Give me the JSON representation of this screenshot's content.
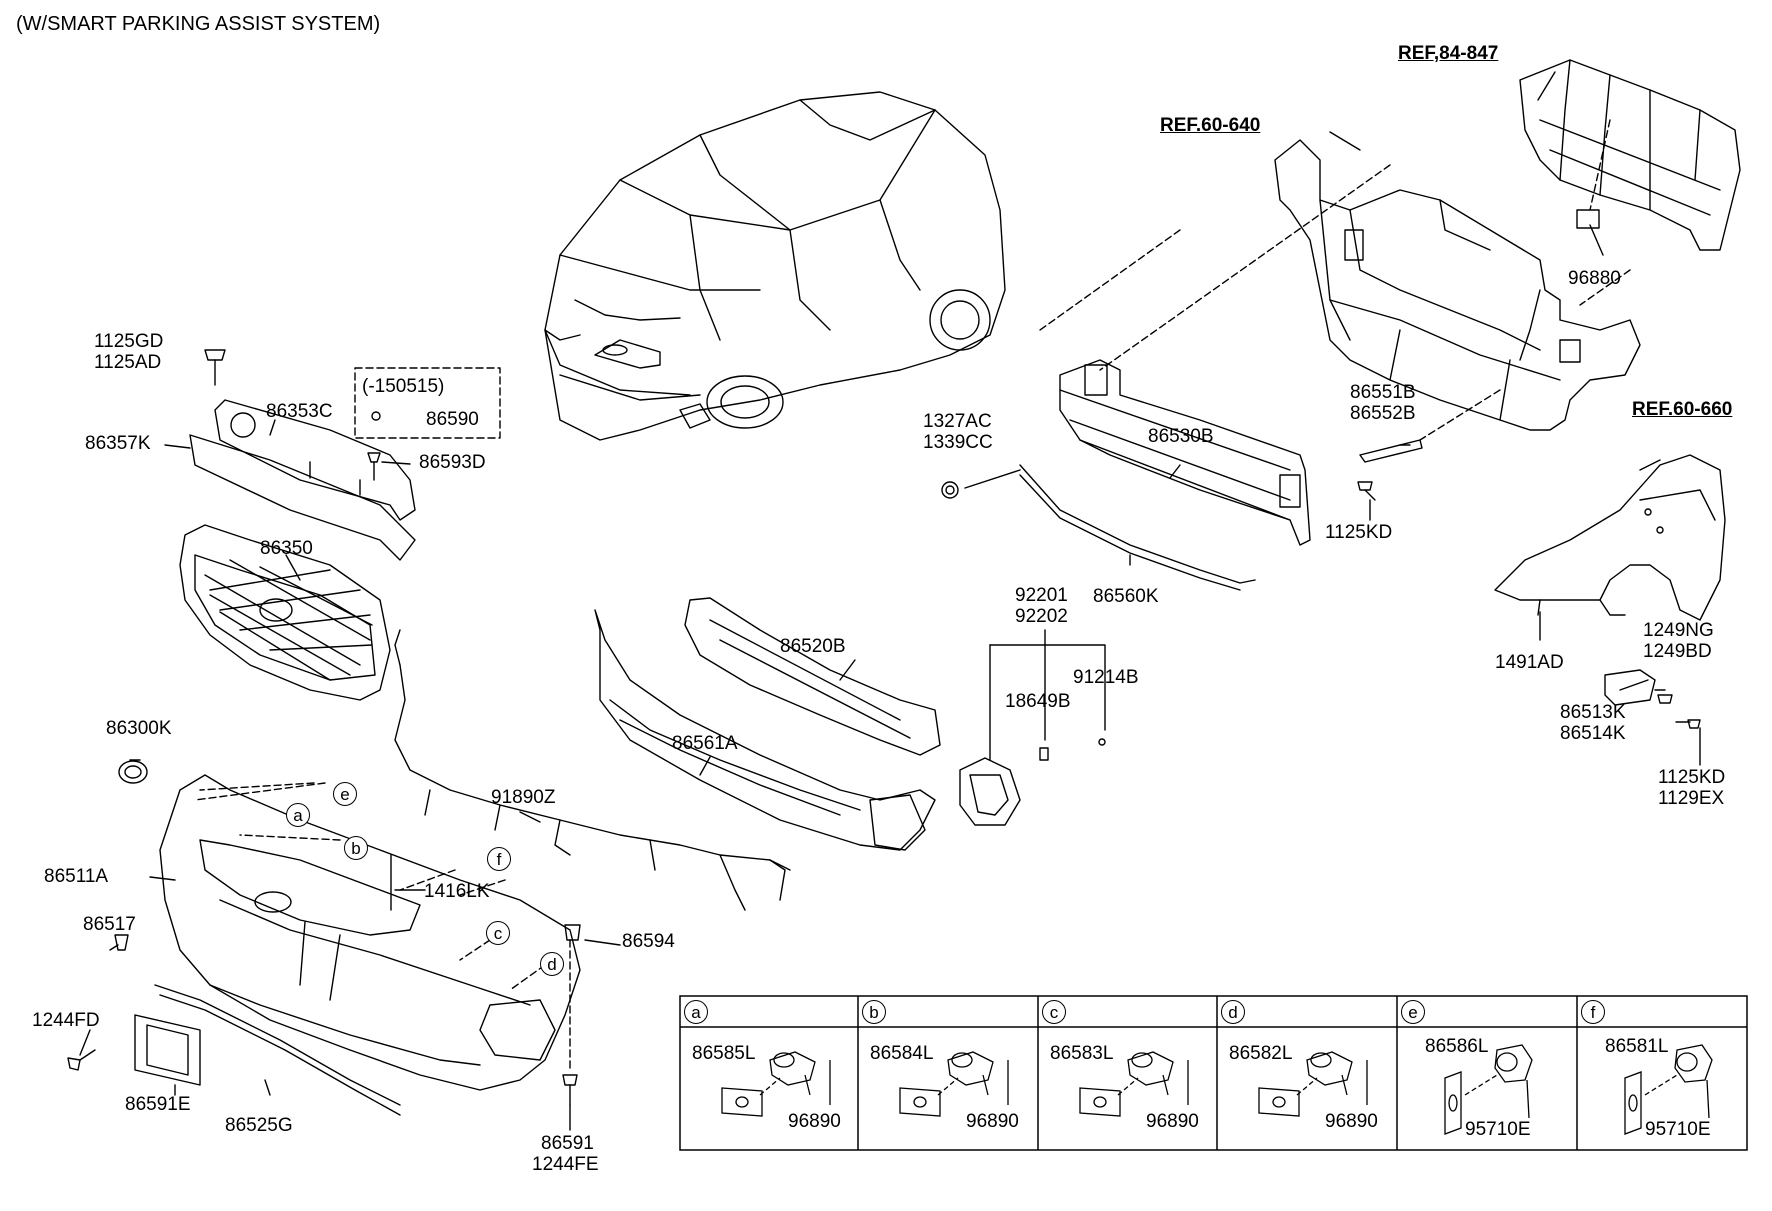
{
  "title": "(W/SMART PARKING ASSIST SYSTEM)",
  "refs": {
    "ref_84_847": "REF,84-847",
    "ref_60_640": "REF.60-640",
    "ref_60_660": "REF.60-660"
  },
  "labels": {
    "p96880": "96880",
    "p86551B": "86551B",
    "p86552B": "86552B",
    "p1125KD_a": "1125KD",
    "p1327AC": "1327AC",
    "p1339CC": "1339CC",
    "p86530B": "86530B",
    "p86560K": "86560K",
    "p92201": "92201",
    "p92202": "92202",
    "p91214B": "91214B",
    "p18649B": "18649B",
    "p1491AD": "1491AD",
    "p1249NG": "1249NG",
    "p1249BD": "1249BD",
    "p86513K": "86513K",
    "p86514K": "86514K",
    "p1125KD_b": "1125KD",
    "p1129EX": "1129EX",
    "p1125GD": "1125GD",
    "p1125AD": "1125AD",
    "p150515": "(-150515)",
    "p86590": "86590",
    "p86353C": "86353C",
    "p86357K": "86357K",
    "p86593D": "86593D",
    "p86350": "86350",
    "p86520B": "86520B",
    "p86561A": "86561A",
    "p86300K": "86300K",
    "p91890Z": "91890Z",
    "p86511A": "86511A",
    "p1416LK": "1416LK",
    "p86517": "86517",
    "p86594": "86594",
    "p1244FD": "1244FD",
    "p86591E": "86591E",
    "p86525G": "86525G",
    "p86591": "86591",
    "p1244FE": "1244FE"
  },
  "callouts": [
    "a",
    "b",
    "c",
    "d",
    "e",
    "f"
  ],
  "sensor_table": {
    "columns": [
      {
        "letter": "a",
        "bracket": "86585L",
        "sensor": "96890"
      },
      {
        "letter": "b",
        "bracket": "86584L",
        "sensor": "96890"
      },
      {
        "letter": "c",
        "bracket": "86583L",
        "sensor": "96890"
      },
      {
        "letter": "d",
        "bracket": "86582L",
        "sensor": "96890"
      },
      {
        "letter": "e",
        "bracket": "86586L",
        "sensor": "95710E"
      },
      {
        "letter": "f",
        "bracket": "86581L",
        "sensor": "95710E"
      }
    ]
  }
}
